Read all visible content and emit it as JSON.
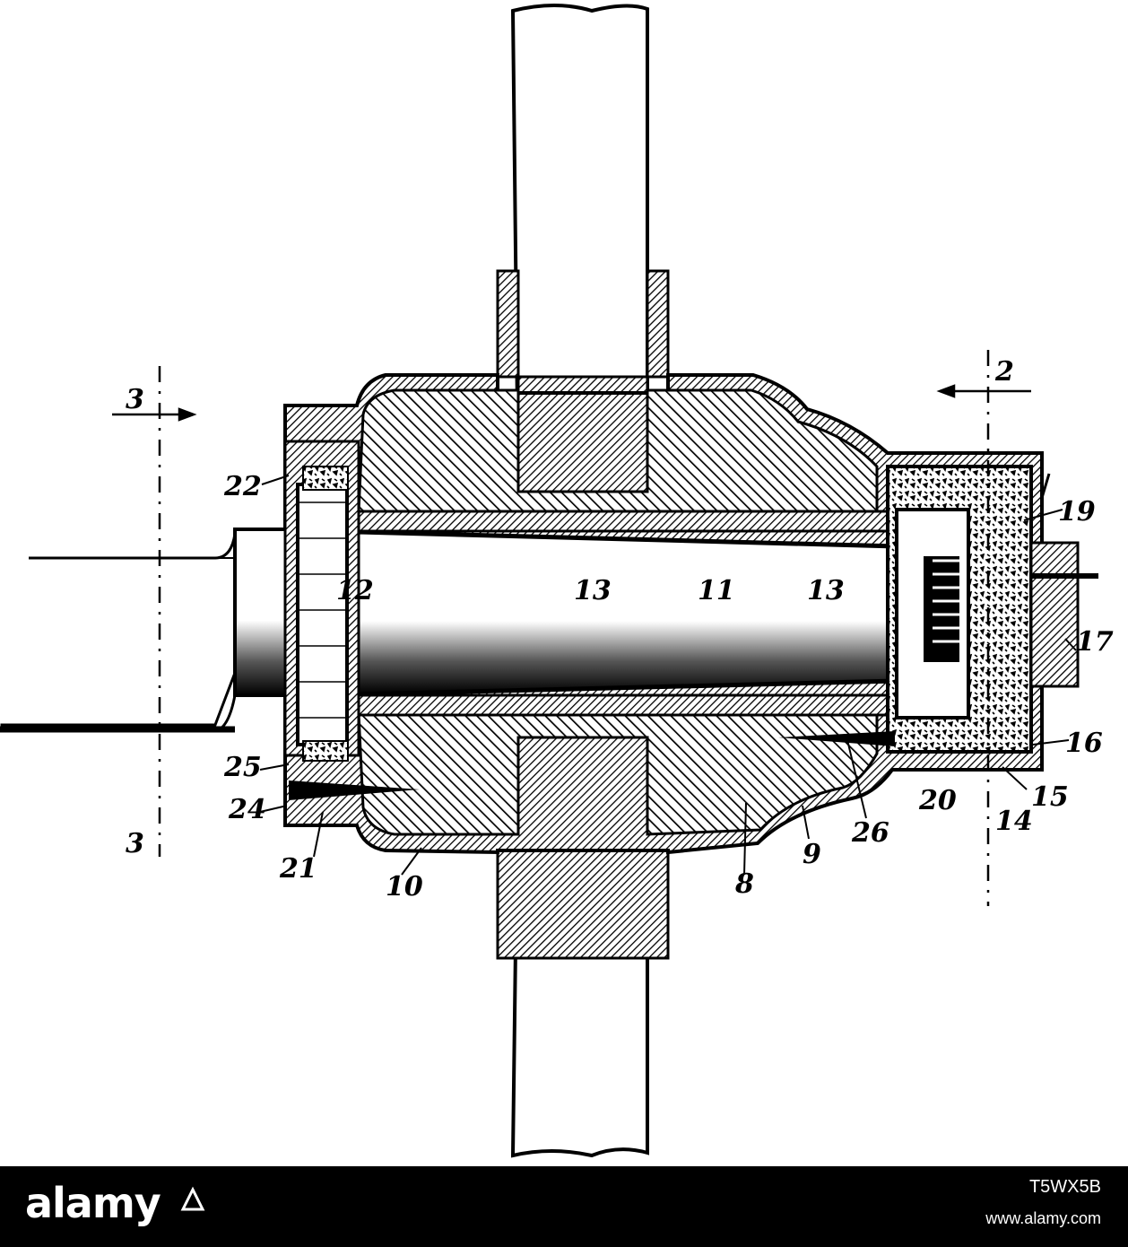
{
  "figure": {
    "labels": [
      "3",
      "3",
      "2",
      "22",
      "12",
      "13",
      "11",
      "13",
      "19",
      "17",
      "16",
      "15",
      "14",
      "20",
      "26",
      "9",
      "8",
      "10",
      "21",
      "24",
      "25"
    ]
  },
  "footer": {
    "brand": "alamy",
    "image_code": "T5WX5B",
    "website": "www.alamy.com"
  },
  "colors": {
    "ink": "#000000",
    "paper": "#ffffff",
    "footer_bg": "#000000",
    "footer_text": "#ffffff"
  }
}
